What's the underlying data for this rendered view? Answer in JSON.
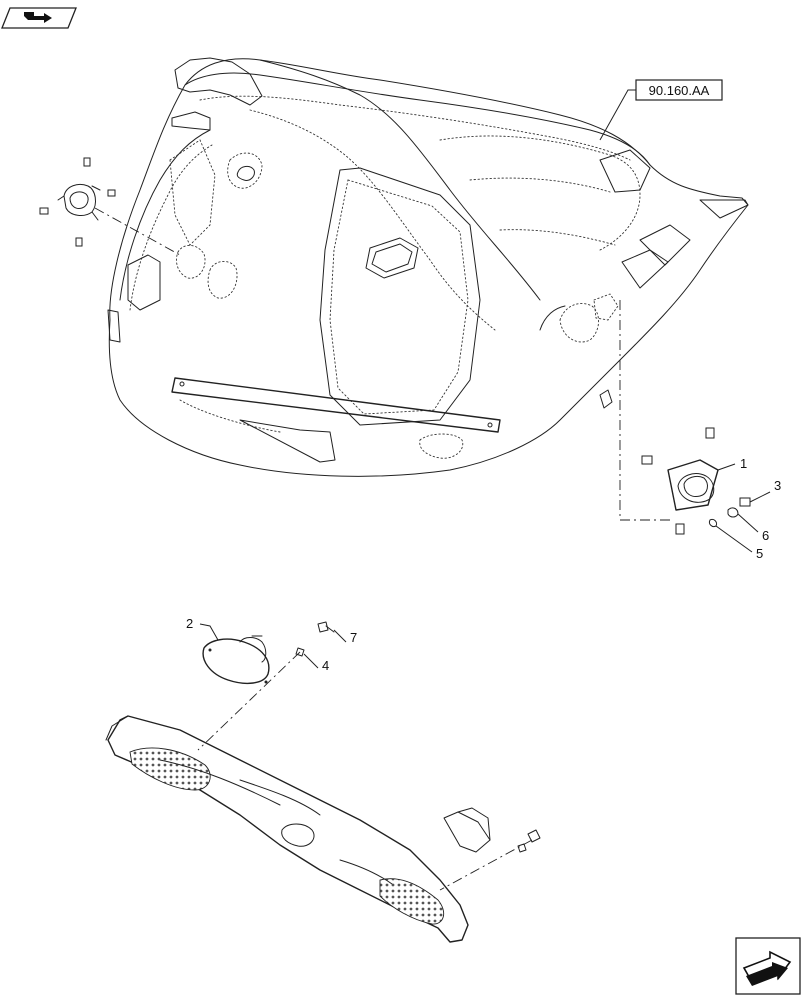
{
  "reference": {
    "label": "90.160.AA"
  },
  "callouts": [
    {
      "id": "1",
      "label": "1"
    },
    {
      "id": "2",
      "label": "2"
    },
    {
      "id": "3",
      "label": "3"
    },
    {
      "id": "4",
      "label": "4"
    },
    {
      "id": "5",
      "label": "5"
    },
    {
      "id": "6",
      "label": "6"
    },
    {
      "id": "7",
      "label": "7"
    }
  ],
  "icons": {
    "top_left": "book-arrow-icon",
    "bottom_right": "next-page-arrow-icon"
  },
  "colors": {
    "line": "#222222",
    "background": "#ffffff"
  }
}
